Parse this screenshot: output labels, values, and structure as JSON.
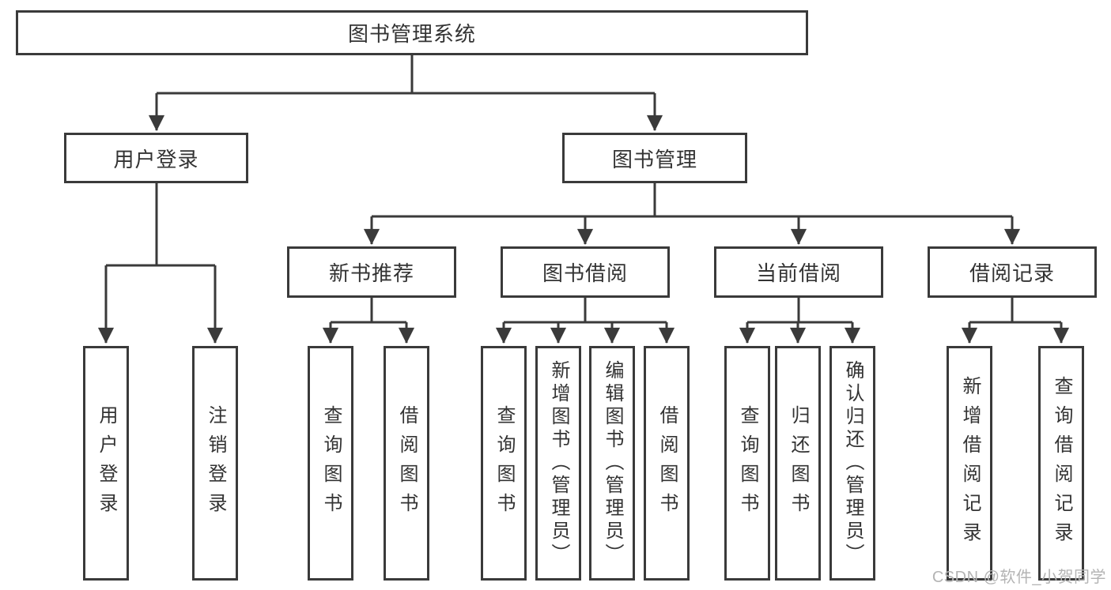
{
  "colors": {
    "line": "#3a3a3a",
    "box_border": "#3a3a3a",
    "text": "#333333",
    "watermark_text": "#b4b4b4",
    "background": "#ffffff"
  },
  "watermark": {
    "text": "CSDN @软件_小贺同学"
  },
  "tree": {
    "root": {
      "label": "图书管理系统",
      "children": [
        {
          "label": "用户登录",
          "children": [
            {
              "label": "用户登录"
            },
            {
              "label": "注销登录"
            }
          ]
        },
        {
          "label": "图书管理",
          "children": [
            {
              "label": "新书推荐",
              "children": [
                {
                  "label": "查询图书"
                },
                {
                  "label": "借阅图书"
                }
              ]
            },
            {
              "label": "图书借阅",
              "children": [
                {
                  "label": "查询图书"
                },
                {
                  "label": "新增图书（管理员）"
                },
                {
                  "label": "编辑图书（管理员）"
                },
                {
                  "label": "借阅图书"
                }
              ]
            },
            {
              "label": "当前借阅",
              "children": [
                {
                  "label": "查询图书"
                },
                {
                  "label": "归还图书"
                },
                {
                  "label": "确认归还（管理员）"
                }
              ]
            },
            {
              "label": "借阅记录",
              "children": [
                {
                  "label": "新增借阅记录"
                },
                {
                  "label": "查询借阅记录"
                }
              ]
            }
          ]
        }
      ]
    }
  }
}
